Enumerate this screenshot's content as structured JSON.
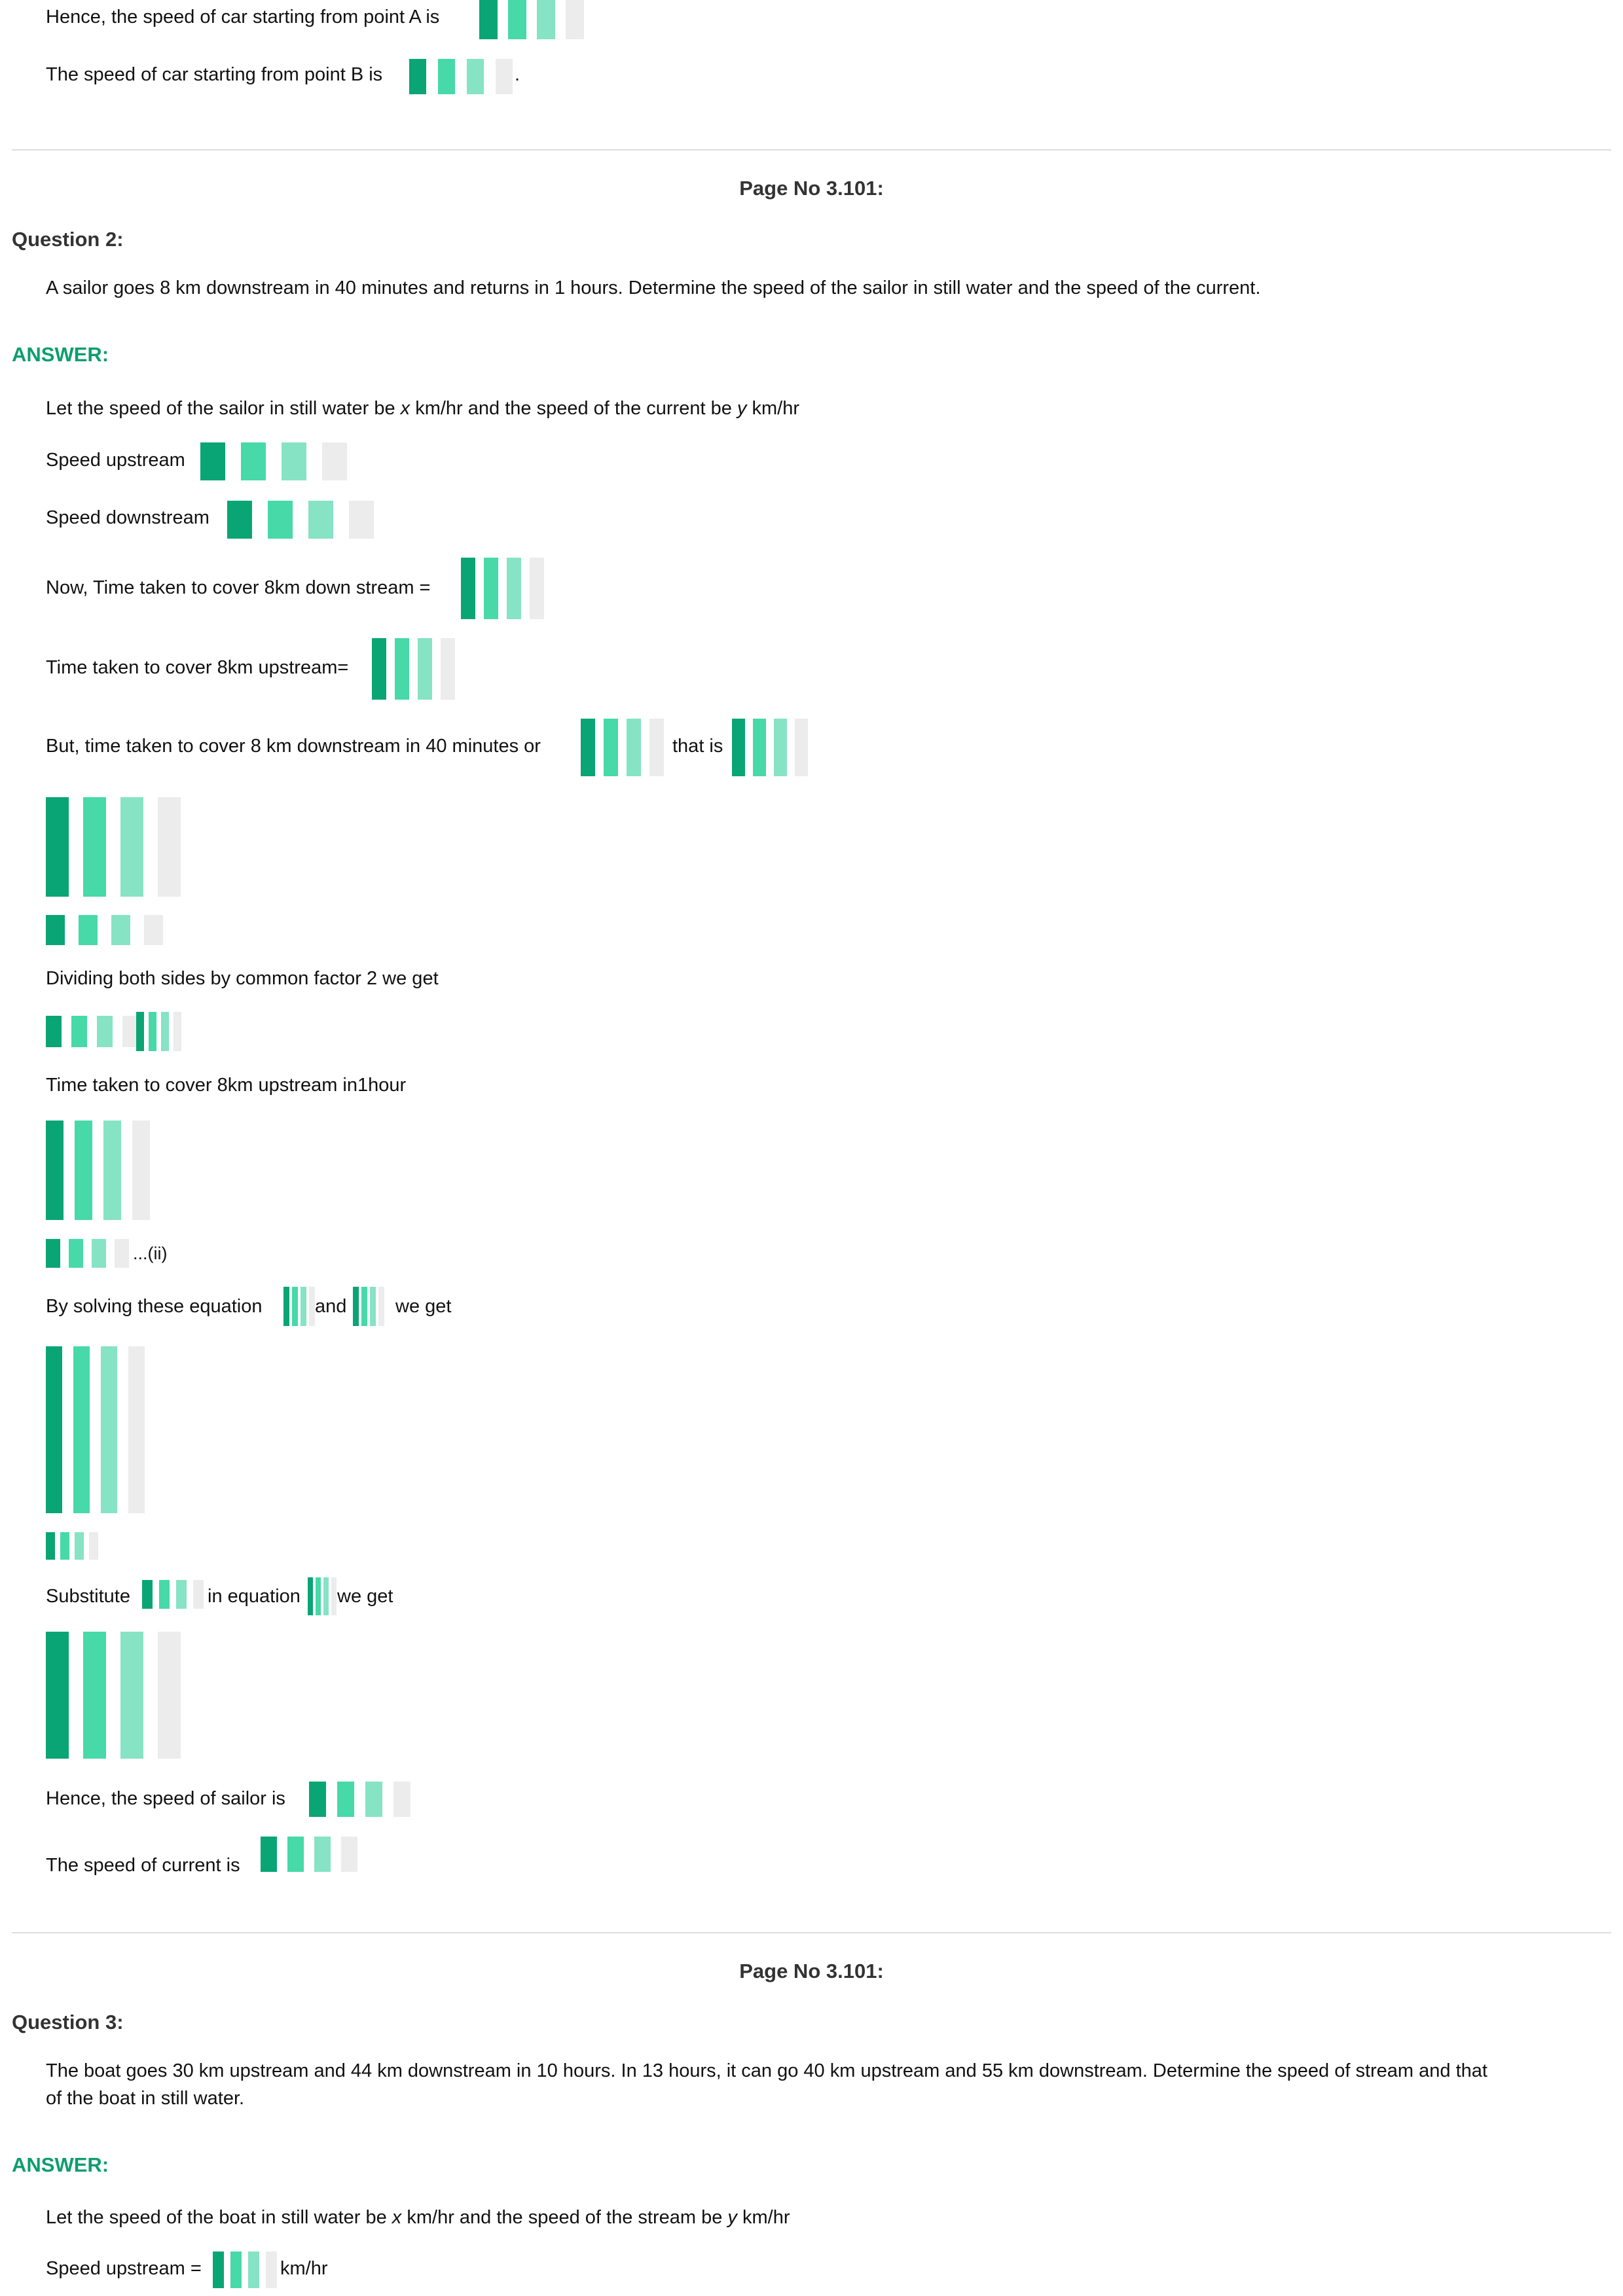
{
  "top": {
    "speed_a_text": "Hence, the speed of car starting from point A is",
    "speed_b_text": "The speed of car starting from point B is",
    "speed_b_end": "."
  },
  "page_no_label": "Page No 3.101:",
  "q2": {
    "label": "Question 2:",
    "text": "A sailor goes 8 km downstream in 40 minutes and returns in 1 hours. Determine the speed of the sailor in still water and the speed of the current.",
    "answer_label": "ANSWER:",
    "let_1": "Let the speed of the sailor in still water be",
    "var_x": "x",
    "let_2": "km/hr and the speed of the current be",
    "var_y": "y",
    "let_3": "km/hr",
    "speed_upstream": "Speed upstream",
    "speed_downstream": "Speed downstream",
    "time_down": "Now, Time taken to cover 8km down stream =",
    "time_up": "Time taken to cover 8km upstream=",
    "but_time": "But, time taken to cover 8 km downstream in 40 minutes or",
    "that_is": "that is",
    "dividing": "Dividing both sides by common factor 2 we get",
    "time_up_1hour": "Time taken to cover 8km upstream in1hour",
    "eq_ii": "...(ii)",
    "solving": "By solving these equation",
    "and": "and",
    "we_get": "we get",
    "substitute": "Substitute",
    "in_equation": "in equation",
    "we_get_2": "we get",
    "speed_sailor": "Hence, the speed of sailor is",
    "speed_current": "The speed of current is"
  },
  "q3": {
    "label": "Question 3:",
    "text_line1": "The boat goes 30 km upstream and 44 km downstream in 10 hours. In 13 hours, it can go 40 km upstream and 55 km downstream. Determine the speed of stream and that",
    "text_line2": "of the boat in still water.",
    "answer_label": "ANSWER:",
    "let_1": "Let the speed of the boat in still water be",
    "var_x": "x",
    "let_2": "km/hr and the speed of the stream be",
    "var_y": "y",
    "let_3": "km/hr",
    "speed_upstream": "Speed upstream =",
    "unit": "km/hr"
  }
}
